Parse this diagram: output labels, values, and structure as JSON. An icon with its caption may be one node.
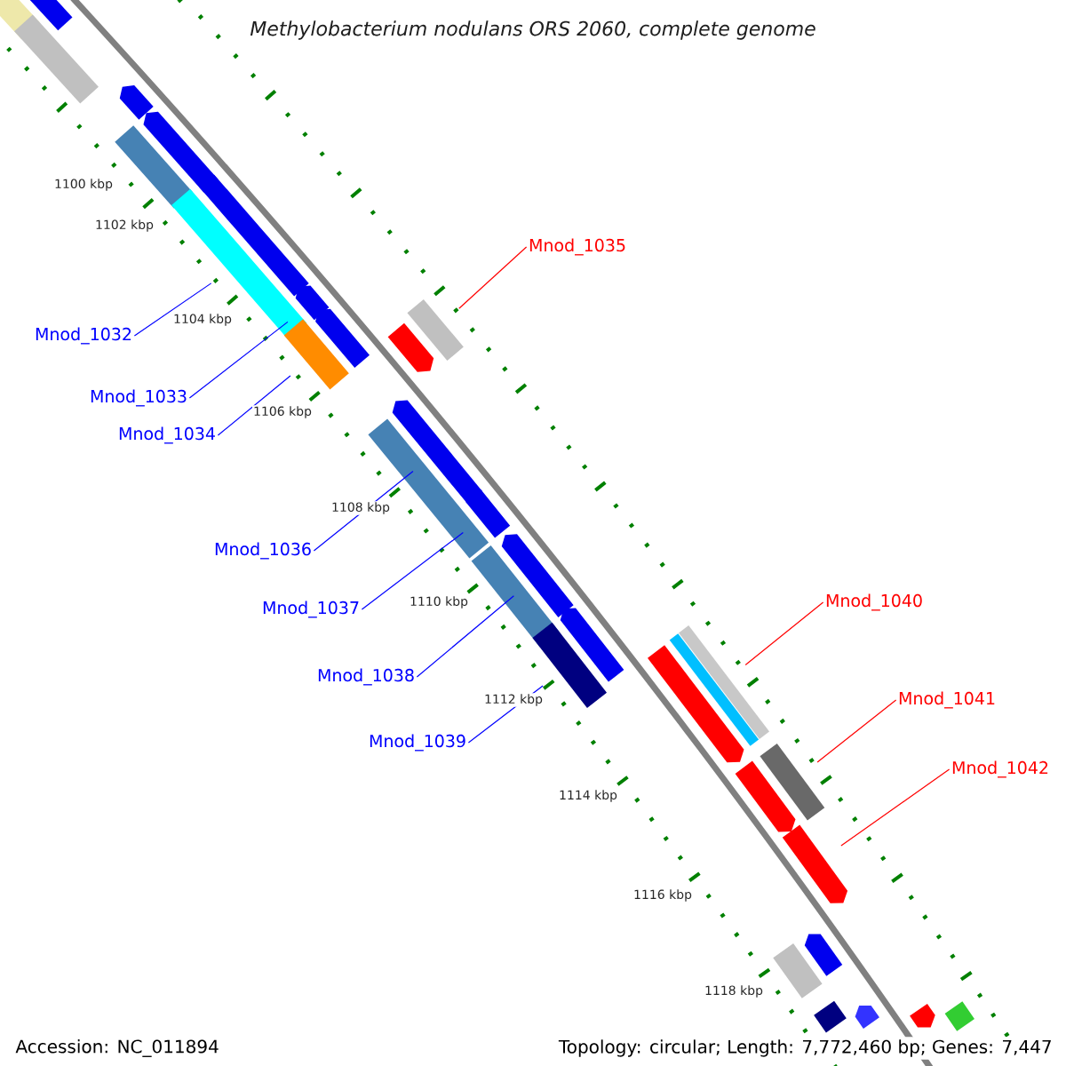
{
  "diagram": {
    "title": "Methylobacterium nodulans ORS 2060, complete genome",
    "nodes": [
      {
        "text": [
          "Mnod_1032"
        ]
      },
      {
        "text": [
          "Mnod_1033"
        ]
      },
      {
        "text": [
          "Mnod_1034"
        ]
      },
      {
        "text": [
          "Mnod_1035"
        ]
      },
      {
        "text": [
          "Mnod_1036"
        ]
      },
      {
        "text": [
          "Mnod_1037"
        ]
      },
      {
        "text": [
          "Mnod_1038"
        ]
      },
      {
        "text": [
          "Mnod_1039"
        ]
      },
      {
        "text": [
          "Mnod_1040"
        ]
      },
      {
        "text": [
          "Mnod_1041"
        ]
      },
      {
        "text": [
          "Mnod_1042"
        ]
      },
      {
        "text": [],
        "shape": "box"
      },
      {
        "text": [],
        "shape": "arrow"
      },
      {
        "text": [],
        "shape": "box"
      },
      {
        "text": [],
        "shape": "arrow"
      },
      {
        "text": [],
        "shape": "box"
      },
      {
        "text": [],
        "shape": "arrow"
      },
      {
        "text": [],
        "shape": "arrow"
      },
      {
        "text": [],
        "shape": "box"
      },
      {
        "text": [],
        "shape": "arrow"
      },
      {
        "text": [],
        "shape": "box"
      },
      {
        "text": [],
        "shape": "arrow"
      },
      {
        "text": [],
        "shape": "arrow"
      },
      {
        "text": [],
        "shape": "box"
      },
      {
        "text": [],
        "shape": "arrow"
      },
      {
        "text": [],
        "shape": "box"
      },
      {
        "text": [],
        "shape": "arrow"
      },
      {
        "text": [],
        "shape": "arrow"
      },
      {
        "text": [],
        "shape": "box"
      },
      {
        "text": [],
        "shape": "arrow"
      },
      {
        "text": [],
        "shape": "box"
      },
      {
        "text": [],
        "shape": "arrow"
      },
      {
        "text": [],
        "shape": "box"
      },
      {
        "text": [],
        "shape": "box"
      },
      {
        "text": [],
        "shape": "arrow"
      },
      {
        "text": [],
        "shape": "box"
      },
      {
        "text": [],
        "shape": "arrow"
      },
      {
        "text": [],
        "shape": "box"
      },
      {
        "text": [],
        "shape": "arrow"
      },
      {
        "text": [],
        "shape": "box"
      },
      {
        "text": [],
        "shape": "arrow"
      },
      {
        "text": [],
        "shape": "arrow"
      },
      {
        "text": [],
        "shape": "box"
      }
    ],
    "edges": [
      {
        "from": 0,
        "to": 18,
        "arrow": "none"
      },
      {
        "from": 1,
        "to": 19,
        "arrow": "none"
      },
      {
        "from": 2,
        "to": 20,
        "arrow": "none"
      },
      {
        "from": 3,
        "to": 23,
        "arrow": "none",
        "color": "#ff0000"
      },
      {
        "from": 4,
        "to": 24,
        "arrow": "none"
      },
      {
        "from": 5,
        "to": 26,
        "arrow": "none"
      },
      {
        "from": 6,
        "to": 27,
        "arrow": "none"
      },
      {
        "from": 7,
        "to": 30,
        "arrow": "none"
      },
      {
        "from": 8,
        "to": 33,
        "arrow": "none",
        "color": "#ff0000"
      },
      {
        "from": 9,
        "to": 35,
        "arrow": "none",
        "color": "#ff0000"
      },
      {
        "from": 10,
        "to": 36,
        "arrow": "none",
        "color": "#ff0000"
      }
    ],
    "labels": [
      "1100 kbp",
      "1102 kbp",
      "1104 kbp",
      "1106 kbp",
      "1108 kbp",
      "1110 kbp",
      "1112 kbp",
      "1114 kbp",
      "1116 kbp",
      "1118 kbp",
      "Accession: NC_011894",
      "Topology: circular; Length: 7,772,460 bp; Genes: 7,447"
    ]
  }
}
